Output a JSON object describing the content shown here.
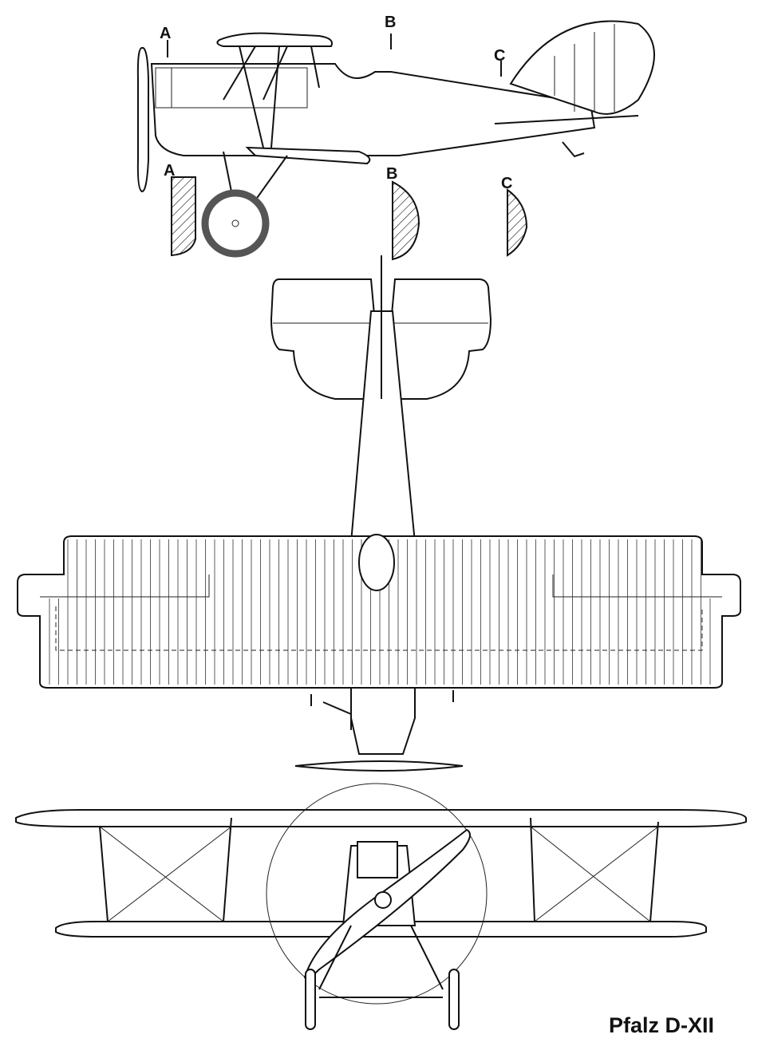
{
  "title": "Pfalz D-XII",
  "section_labels": {
    "side_marks": [
      "A",
      "B",
      "C"
    ],
    "sections": [
      "A",
      "B",
      "C"
    ]
  },
  "views": [
    "side-view",
    "top-view",
    "front-view"
  ]
}
